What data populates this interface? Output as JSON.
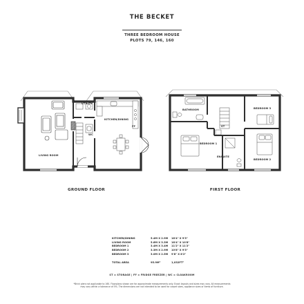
{
  "header": {
    "title": "THE BECKET",
    "subtitle": "THREE BEDROOM HOUSE",
    "plots": "PLOTS 79, 146, 160"
  },
  "ground_floor": {
    "label": "GROUND FLOOR",
    "rooms": {
      "living_room": "LIVING ROOM",
      "utility": "UTILITY",
      "kitchen_dining": "KITCHEN/DINING",
      "wc": "WC",
      "ff": "FF"
    }
  },
  "first_floor": {
    "label": "FIRST FLOOR",
    "rooms": {
      "bathroom": "BATHROOM",
      "bedroom1": "BEDROOM 1",
      "bedroom2": "BEDROOM 2",
      "bedroom3": "BEDROOM 3",
      "st": "ST",
      "ensuite": "ENSUITE"
    }
  },
  "dimensions": [
    {
      "room": "KITCHEN/DINING",
      "metric": "5.4M X 2.9M",
      "imperial": "18'4\" X 9'5\""
    },
    {
      "room": "LIVING ROOM",
      "metric": "5.6M X 3.3M",
      "imperial": "18'4\" X 10'8\""
    },
    {
      "room": "BEDROOM 1",
      "metric": "3.4M X 3.4M",
      "imperial": "11'2\" X 11'2\""
    },
    {
      "room": "BEDROOM 2",
      "metric": "3.3M X 2.9M",
      "imperial": "10'8\" X 9'5\""
    },
    {
      "room": "BEDROOM 3",
      "metric": "3.0M X 2.5M",
      "imperial": "9'8\" X 8'2\""
    }
  ],
  "total": {
    "label": "TOTAL AREA",
    "metric": "95.9M²",
    "imperial": "1,032FT²"
  },
  "legend": "ST = STORAGE  |  FF = FRIDGE FREEZER  |  WC = CLOAKROOM",
  "disclaimer_line1": "*Brick piers not applicable to 160. Floorplans shown are for approximate measurements only. Exact layouts and sizes may vary. All measurements",
  "disclaimer_line2": "may vary within a tolerance of 5%. The dimensions are not intended to be used for carpet sizes, appliance sizes or items of furniture."
}
